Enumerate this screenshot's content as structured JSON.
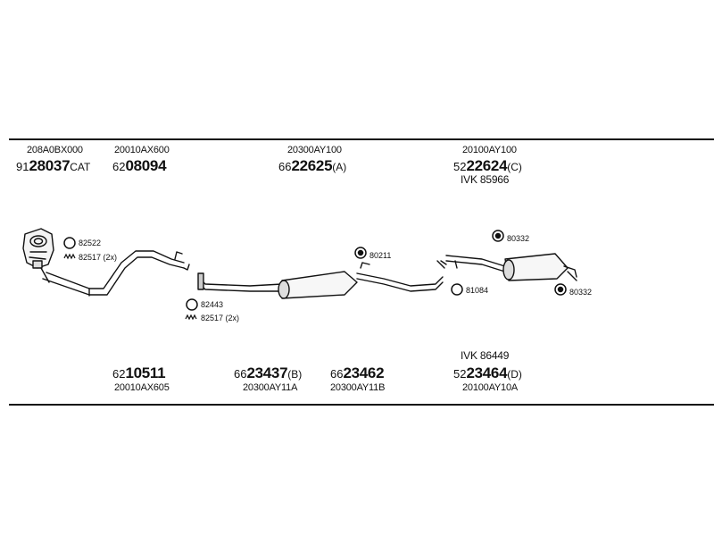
{
  "top_parts": [
    {
      "code": "208A0BX000",
      "pre": "91",
      "big": "28037",
      "suf": "CAT"
    },
    {
      "code": "20010AX600",
      "pre": "62",
      "big": "08094",
      "suf": ""
    },
    {
      "code": "20300AY100",
      "pre": "66",
      "big": "22625",
      "suf": "(A)"
    },
    {
      "code": "20100AY100",
      "pre": "52",
      "big": "22624",
      "suf": "(C)",
      "extra": "IVK 85966"
    }
  ],
  "bottom_parts": [
    {
      "pre": "62",
      "big": "10511",
      "suf": "",
      "code": "20010AX605"
    },
    {
      "pre": "66",
      "big": "23437",
      "suf": "(B)",
      "code": "20300AY11A"
    },
    {
      "pre": "66",
      "big": "23462",
      "suf": "",
      "code": "20300AY11B"
    },
    {
      "extra": "IVK 86449",
      "pre": "52",
      "big": "23464",
      "suf": "(D)",
      "code": "20100AY10A"
    }
  ],
  "small_labels": {
    "gasket_1": "82522",
    "spring_1": "82517 (2x)",
    "gasket_2": "82443",
    "spring_2": "82517 (2x)",
    "hanger_1": "80211",
    "gasket_3": "81084",
    "hanger_2": "80332",
    "hanger_3": "80332"
  }
}
